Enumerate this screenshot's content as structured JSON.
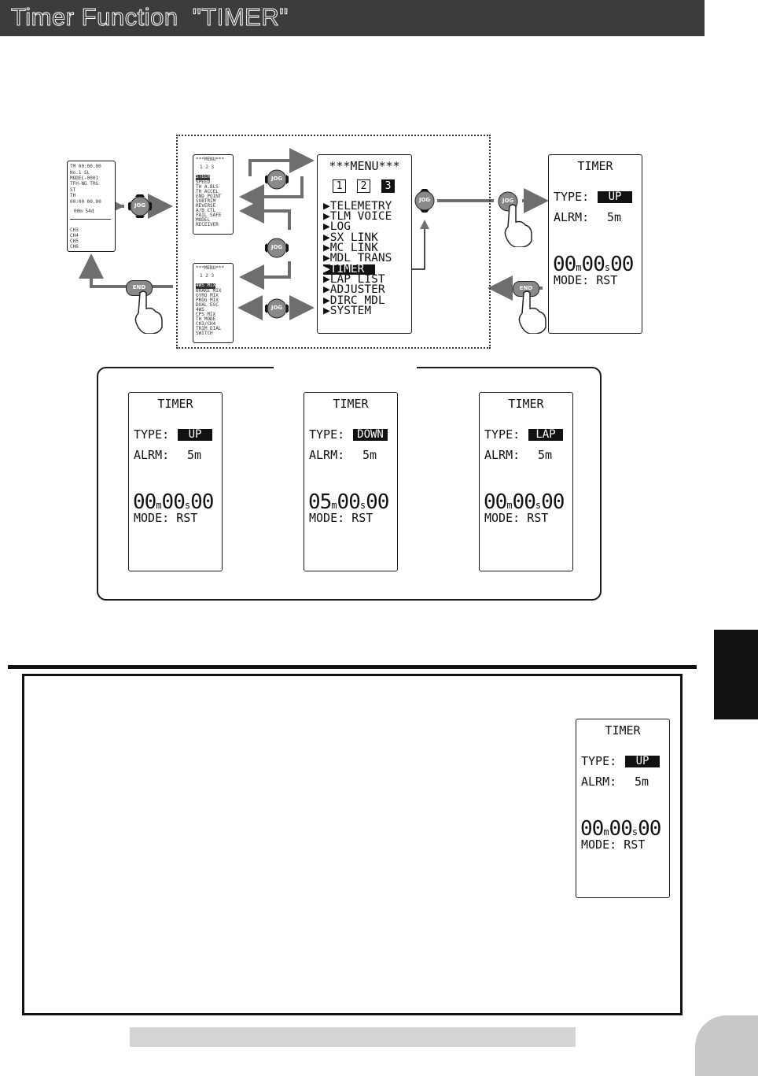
{
  "header": {
    "title": "Timer Function  \"TIMER\""
  },
  "colors": {
    "header_bg": "#3c3c3c",
    "arrow": "#6e6e6e",
    "lcd_ink": "#111111"
  },
  "home_screen": {
    "lines": [
      "TM 00:00.00",
      "No.1 SL",
      "MODEL-0001",
      "TFH-NG TRG",
      "ST",
      "TH",
      "00:00 00.00",
      "00m 54d",
      "",
      "CH3",
      "CH4",
      "CH5",
      "CH6"
    ]
  },
  "menu_page1": {
    "title": "***MENU***",
    "pages": [
      "1",
      "2",
      "3"
    ],
    "selected_page": "1",
    "items": [
      "SPEED",
      "TH A.BLS",
      "TH ACCEL",
      "END POINT",
      "SUBTRIM",
      "REVERSE",
      "A/B CTL",
      "FAIL SAFE",
      "MODEL",
      "RECEIVER"
    ],
    "highlight": "STEER"
  },
  "menu_page2": {
    "title": "***MENU***",
    "pages": [
      "1",
      "2",
      "3"
    ],
    "selected_page": "2",
    "highlight": "4WS MIX",
    "items": [
      "BRAKE MIX",
      "GYRO MIX",
      "PROG MIX",
      "DUAL ESC",
      "4WS",
      "CPS MIX",
      "TH MODE",
      "CH3/CH4",
      "TRIM DIAL",
      "SWITCH"
    ]
  },
  "menu_main": {
    "title": "***MENU***",
    "pages": [
      "1",
      "2",
      "3"
    ],
    "selected_page": "3",
    "items": [
      "TELEMETRY",
      "TLM VOICE",
      "LOG",
      "SX LINK",
      "MC LINK",
      "MDL TRANS",
      "TIMER",
      "LAP LIST",
      "ADJUSTER",
      "DIRC MDL",
      "SYSTEM"
    ],
    "selected_item": "TIMER"
  },
  "buttons": {
    "jog": "JOG",
    "end": "END"
  },
  "timer_screens": [
    {
      "id": "top",
      "title": "TIMER",
      "type_label": "TYPE:",
      "type": "UP",
      "alarm_label": "ALRM:",
      "alarm": "5m",
      "min": "00",
      "sec": "00",
      "cs": "00",
      "mode_label": "MODE:",
      "mode": "RST"
    },
    {
      "id": "up",
      "title": "TIMER",
      "type_label": "TYPE:",
      "type": "UP",
      "alarm_label": "ALRM:",
      "alarm": "5m",
      "min": "00",
      "sec": "00",
      "cs": "00",
      "mode_label": "MODE:",
      "mode": "RST"
    },
    {
      "id": "down",
      "title": "TIMER",
      "type_label": "TYPE:",
      "type": "DOWN",
      "alarm_label": "ALRM:",
      "alarm": "5m",
      "min": "05",
      "sec": "00",
      "cs": "00",
      "mode_label": "MODE:",
      "mode": "RST"
    },
    {
      "id": "lap",
      "title": "TIMER",
      "type_label": "TYPE:",
      "type": "LAP",
      "alarm_label": "ALRM:",
      "alarm": "5m",
      "min": "00",
      "sec": "00",
      "cs": "00",
      "mode_label": "MODE:",
      "mode": "RST"
    },
    {
      "id": "desc",
      "title": "TIMER",
      "type_label": "TYPE:",
      "type": "UP",
      "alarm_label": "ALRM:",
      "alarm": "5m",
      "min": "00",
      "sec": "00",
      "cs": "00",
      "mode_label": "MODE:",
      "mode": "RST"
    }
  ],
  "units": {
    "min": "m",
    "sec": "s"
  }
}
